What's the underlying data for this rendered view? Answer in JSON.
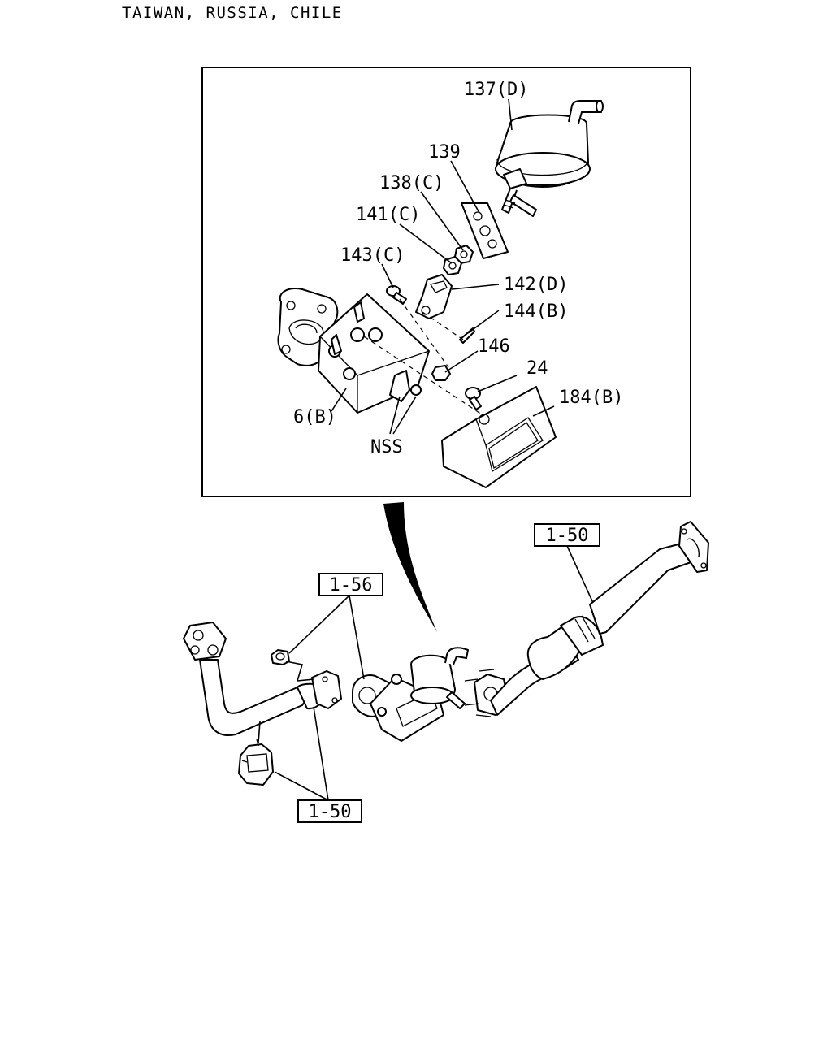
{
  "header": {
    "region_text": "TAIWAN, RUSSIA, CHILE"
  },
  "callouts": {
    "p137": "137(D)",
    "p139": "139",
    "p138": "138(C)",
    "p141": "141(C)",
    "p143": "143(C)",
    "p142": "142(D)",
    "p144": "144(B)",
    "p146": "146",
    "p24": "24",
    "p184": "184(B)",
    "p6": "6(B)",
    "nss": "NSS"
  },
  "refs": {
    "r150_top": "1-50",
    "r156": "1-56",
    "r150_bottom": "1-50"
  }
}
